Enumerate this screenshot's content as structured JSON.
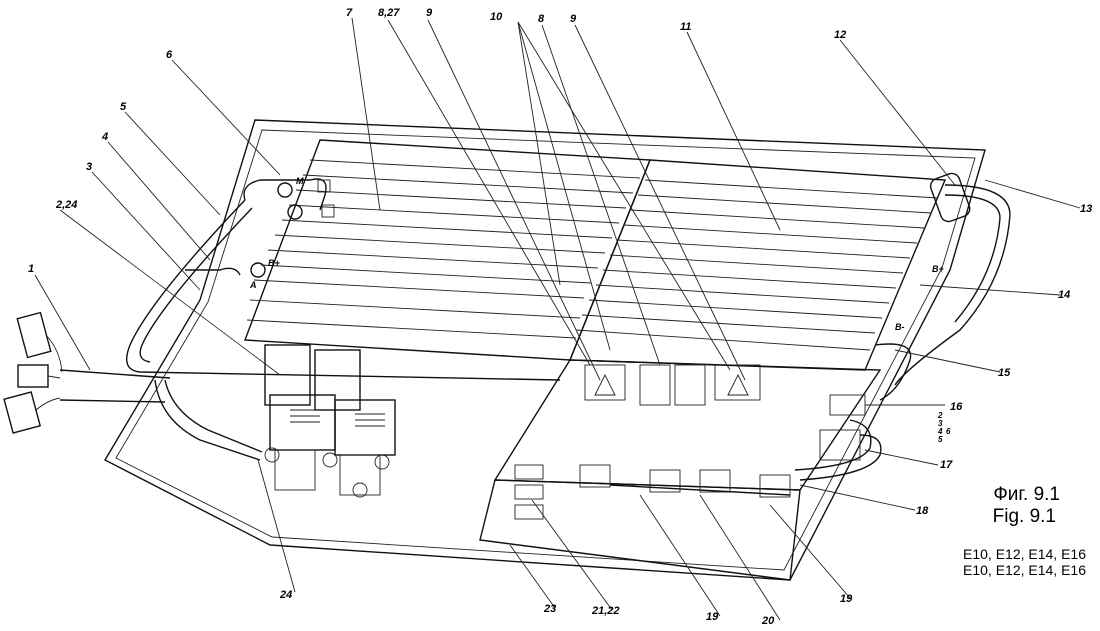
{
  "figure": {
    "caption_ru": "Фиг. 9.1",
    "caption_en": "Fig. 9.1",
    "models_line1": "E10, E12, E14, E16",
    "models_line2": "E10, E12, E14, E16"
  },
  "callouts": [
    "1",
    "2,24",
    "3",
    "4",
    "5",
    "6",
    "7",
    "8,27",
    "9",
    "10",
    "8",
    "9",
    "11",
    "12",
    "13",
    "14",
    "15",
    "16",
    "17",
    "18",
    "19",
    "20",
    "19",
    "21,22",
    "23",
    "24"
  ],
  "terminal_marks": [
    "M",
    "B+",
    "A",
    "B+",
    "B-"
  ],
  "legend_small": [
    "2",
    "3",
    "4",
    "5",
    "6"
  ]
}
